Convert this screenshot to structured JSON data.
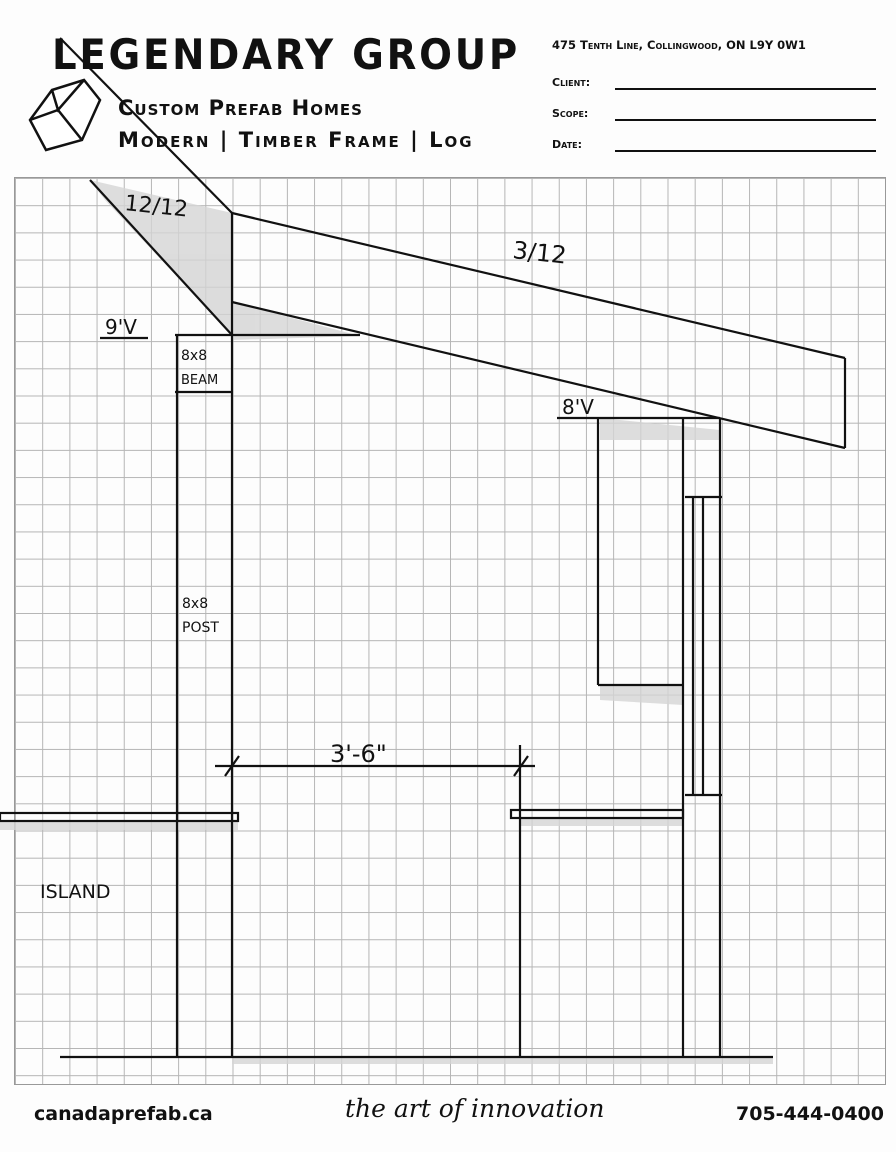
{
  "header": {
    "brand": "LEGENDARY GROUP",
    "tagline1": "Custom Prefab Homes",
    "tagline2": "Modern | Timber Frame | Log",
    "address": "475 Tenth Line, Collingwood, ON L9Y 0W1",
    "fields": [
      {
        "label": "Client:",
        "value": ""
      },
      {
        "label": "Scope:",
        "value": ""
      },
      {
        "label": "Date:",
        "value": ""
      }
    ]
  },
  "sketch": {
    "annotations": {
      "pitch_left": "12/12",
      "pitch_right": "3/12",
      "height_left": "9'V",
      "beam_label_1": "8x8",
      "beam_label_2": "BEAM",
      "height_right": "8'V",
      "post_label_1": "8x8",
      "post_label_2": "POST",
      "dimension": "3'-6\"",
      "island": "ISLAND"
    }
  },
  "footer": {
    "website": "canadaprefab.ca",
    "slogan": "the art of innovation",
    "phone": "705-444-0400"
  }
}
